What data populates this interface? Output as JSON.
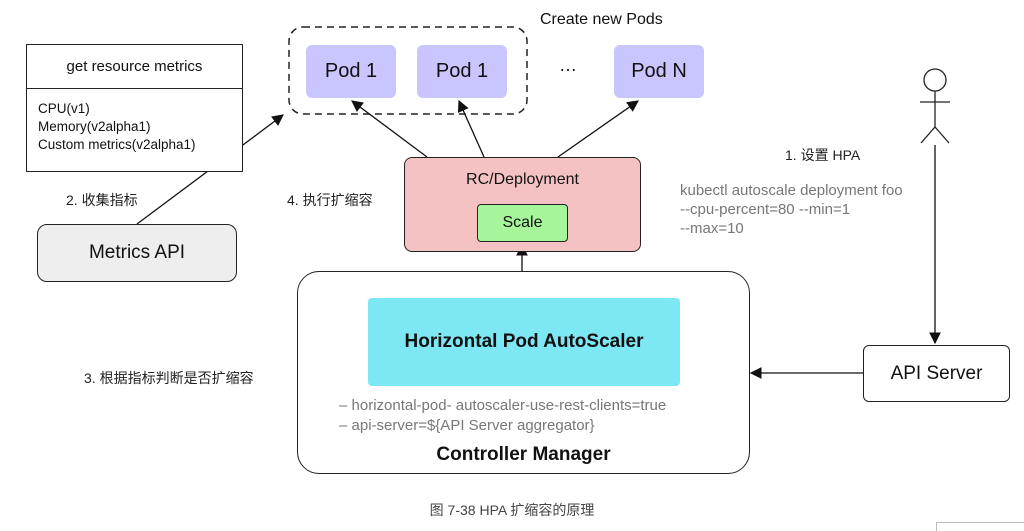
{
  "pods_group": {
    "title": "Create new Pods",
    "pods": [
      "Pod 1",
      "Pod 1",
      "Pod N"
    ],
    "ellipsis": "…"
  },
  "metrics_box": {
    "title": "get resource metrics",
    "lines": [
      "CPU(v1)",
      "Memory(v2alpha1)",
      "Custom metrics(v2alpha1)"
    ]
  },
  "metrics_api": {
    "label": "Metrics API"
  },
  "deployment": {
    "label": "RC/Deployment",
    "scale_label": "Scale"
  },
  "controller_manager": {
    "hpa_label": "Horizontal Pod AutoScaler",
    "flags": [
      "– horizontal-pod- autoscaler-use-rest-clients=true",
      "– api-server=${API Server aggregator}"
    ],
    "label": "Controller Manager"
  },
  "api_server": {
    "label": "API Server"
  },
  "steps": {
    "step1": "1. 设置 HPA",
    "step2": "2. 收集指标",
    "step3": "3. 根据指标判断是否扩缩容",
    "step4": "4. 执行扩缩容"
  },
  "command": {
    "lines": [
      "kubectl autoscale deployment foo",
      "--cpu-percent=80 --min=1",
      "--max=10"
    ]
  },
  "caption": "图 7-38 HPA 扩缩容的原理",
  "colors": {
    "pod": "#c9c6ff",
    "deployment": "#f4c2c2",
    "scale": "#a7f59a",
    "hpa": "#7de8f4",
    "metrics_api": "#eeeeee"
  }
}
